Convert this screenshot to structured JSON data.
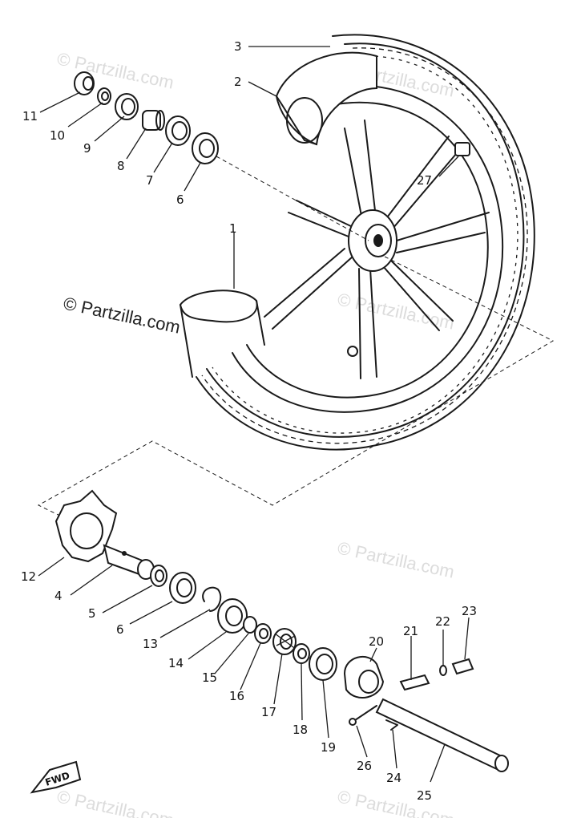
{
  "watermark": {
    "main": "© Partzilla.com",
    "faint": "© Partzilla.com"
  },
  "direction_marker": "FWD",
  "callouts": [
    "1",
    "2",
    "3",
    "4",
    "5",
    "6",
    "6",
    "7",
    "8",
    "9",
    "10",
    "11",
    "12",
    "13",
    "14",
    "15",
    "16",
    "17",
    "18",
    "19",
    "20",
    "21",
    "22",
    "23",
    "24",
    "25",
    "26",
    "27"
  ]
}
